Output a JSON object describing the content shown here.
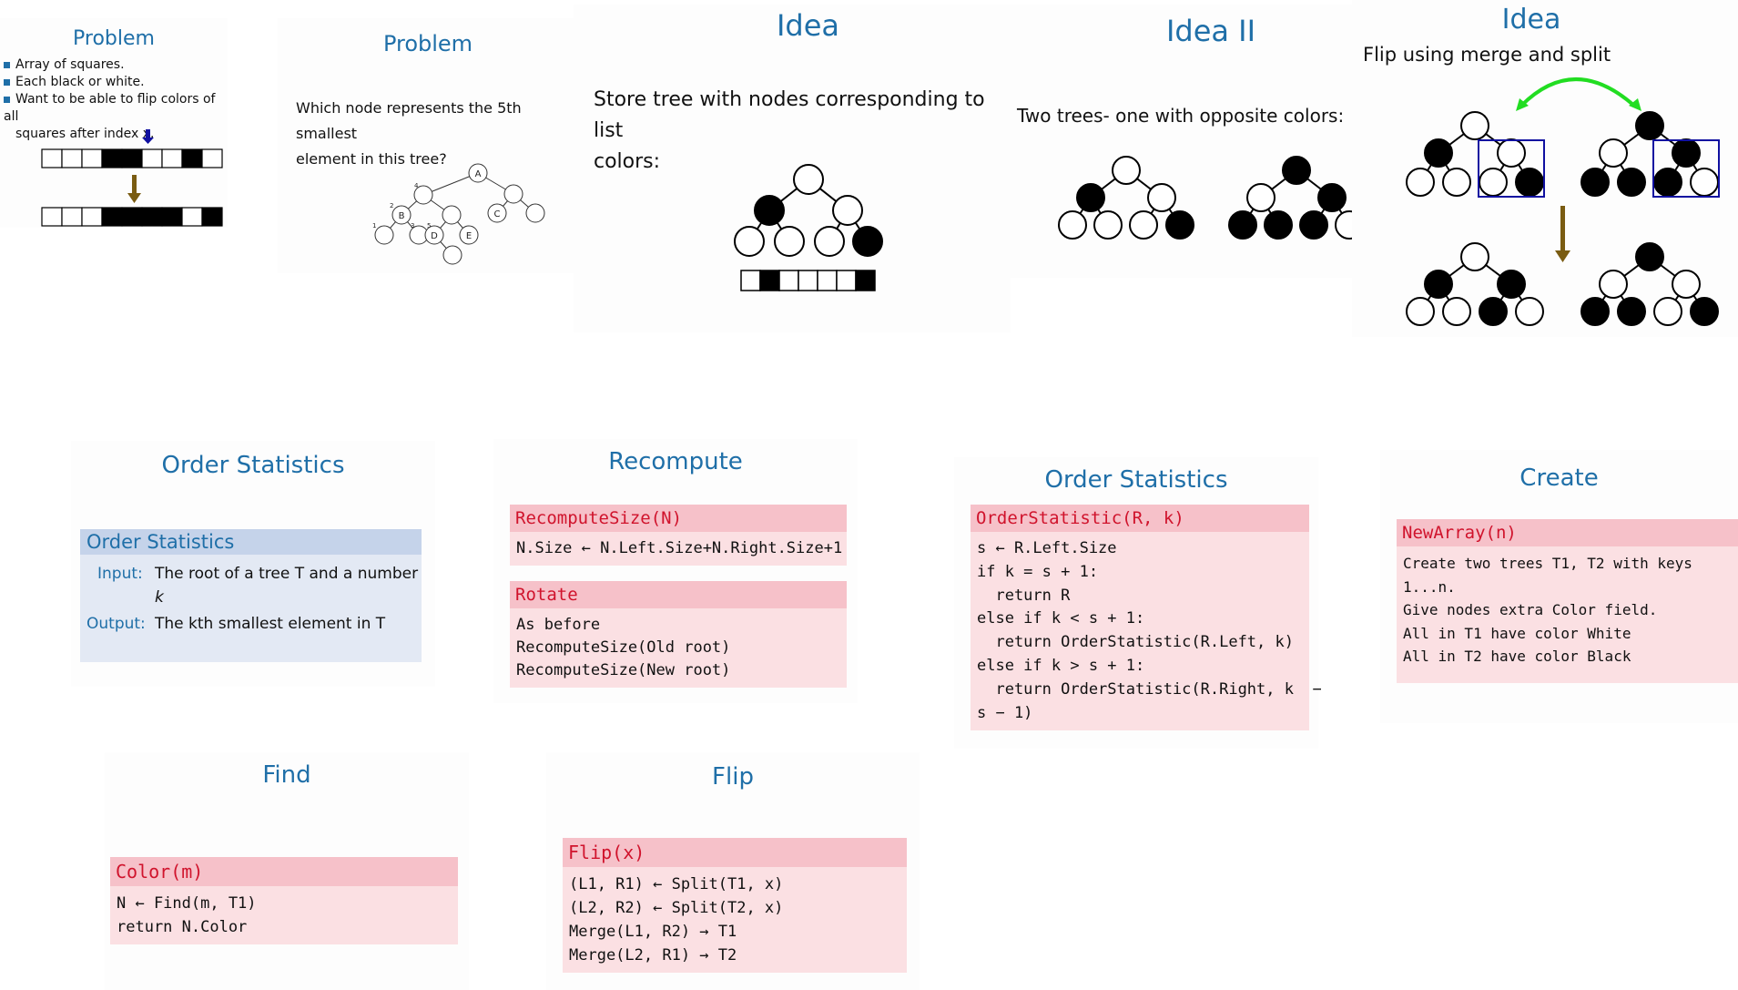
{
  "slides": {
    "problem1": {
      "title": "Problem",
      "bullets": [
        "Array of squares.",
        "Each black or white.",
        "Want to be able to flip colors of all",
        "squares after index x."
      ]
    },
    "problem2": {
      "title": "Problem",
      "question_l1": "Which node represents the 5th smallest",
      "question_l2": "element in this tree?",
      "labels": [
        "A",
        "B",
        "C",
        "D",
        "E",
        "1",
        "2",
        "3",
        "4",
        "5"
      ]
    },
    "idea1": {
      "title": "Idea",
      "text_l1": "Store tree with nodes corresponding to list",
      "text_l2": "colors:"
    },
    "idea2": {
      "title": "Idea II",
      "text": "Two trees- one with opposite colors:"
    },
    "idea3": {
      "title": "Idea",
      "subtitle": "Flip using merge and split"
    },
    "order_stats1": {
      "title": "Order Statistics",
      "box_title": "Order Statistics",
      "input_label": "Input:",
      "input_text_l1": "The root of a tree T and a number",
      "input_text_l2": "k",
      "output_label": "Output:",
      "output_text": "The kth smallest element in T"
    },
    "recompute": {
      "title": "Recompute",
      "block1_head": "RecomputeSize(N)",
      "block1_lines": [
        "N.Size ← N.Left.Size+N.Right.Size+1"
      ],
      "block2_head": "Rotate",
      "block2_lines": [
        "As before",
        "RecomputeSize(Old root)",
        "RecomputeSize(New root)"
      ]
    },
    "order_stats2": {
      "title": "Order Statistics",
      "head": "OrderStatistic(R, k)",
      "lines": [
        "s ← R.Left.Size",
        "if k = s + 1:",
        "  return R",
        "else if k < s + 1:",
        "  return OrderStatistic(R.Left, k)",
        "else if k > s + 1:",
        "  return OrderStatistic(R.Right, k  −",
        "s − 1)"
      ]
    },
    "create": {
      "title": "Create",
      "head": "NewArray(n)",
      "lines": [
        "Create two trees T1, T2 with keys",
        "1...n.",
        "Give nodes extra Color field.",
        "All in T1 have color White",
        "All in T2 have color Black"
      ]
    },
    "find": {
      "title": "Find",
      "head": "Color(m)",
      "lines": [
        "N ← Find(m, T1)",
        "return N.Color"
      ]
    },
    "flip": {
      "title": "Flip",
      "head": "Flip(x)",
      "lines": [
        "(L1, R1) ← Split(T1, x)",
        "(L2, R2) ← Split(T2, x)",
        "Merge(L1, R2) → T1",
        "Merge(L2, R1) → T2"
      ]
    }
  },
  "colors": {
    "title_blue": "#1f6fa8",
    "block_head_bg": "#f6c1c9",
    "block_body_bg": "#fbe0e3",
    "block_head_text": "#d0132c",
    "theorem_head_bg": "#c5d3ea",
    "theorem_body_bg": "#e3e9f4",
    "arrow_brown": "#7a5c12",
    "arrow_green": "#22dd22",
    "box_blue": "#1010a0"
  },
  "icons": {
    "bullet": "blue-square-icon",
    "arrow": "down-arrow-icon"
  }
}
